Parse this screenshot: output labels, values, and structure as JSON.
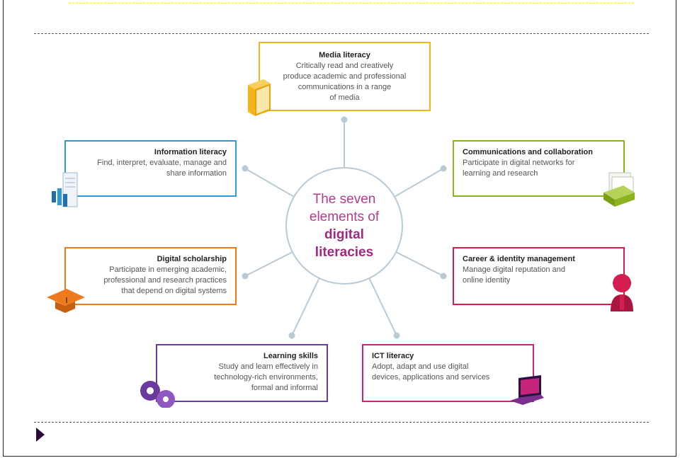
{
  "colors": {
    "media": "#f2b51c",
    "information": "#2e9bd6",
    "communications": "#8cb21e",
    "scholarship": "#ee7a1f",
    "career": "#d21f4f",
    "learning": "#6a3a9c",
    "ict": "#c7247a",
    "hub_border": "#b8cad6",
    "hub_text": "#b33d8c",
    "connector": "#b8cad6"
  },
  "hub": {
    "line1": "The seven",
    "line2": "elements of",
    "line3": "digital",
    "line4": "literacies"
  },
  "elements": {
    "media": {
      "title": "Media literacy",
      "desc": "Critically read and creatively\nproduce academic and professional\ncommunications in a range\nof media",
      "icon": "book-icon"
    },
    "information": {
      "title": "Information literacy",
      "desc": "Find, interpret, evaluate, manage and\nshare information",
      "icon": "documents-icon"
    },
    "communications": {
      "title": "Communications and collaboration",
      "desc": "Participate in digital networks for\nlearning and research",
      "icon": "card-tray-icon"
    },
    "scholarship": {
      "title": "Digital scholarship",
      "desc": "Participate in emerging academic,\nprofessional and research practices\nthat depend on digital systems",
      "icon": "graduation-cap-icon"
    },
    "career": {
      "title": "Career & identity management",
      "desc": "Manage digital reputation and\nonline identity",
      "icon": "person-icon"
    },
    "learning": {
      "title": "Learning skills",
      "desc": "Study and learn effectively in\ntechnology-rich environments,\nformal and informal",
      "icon": "gears-icon"
    },
    "ict": {
      "title": "ICT literacy",
      "desc": "Adopt, adapt and use digital\ndevices, applications and services",
      "icon": "laptop-icon"
    }
  }
}
